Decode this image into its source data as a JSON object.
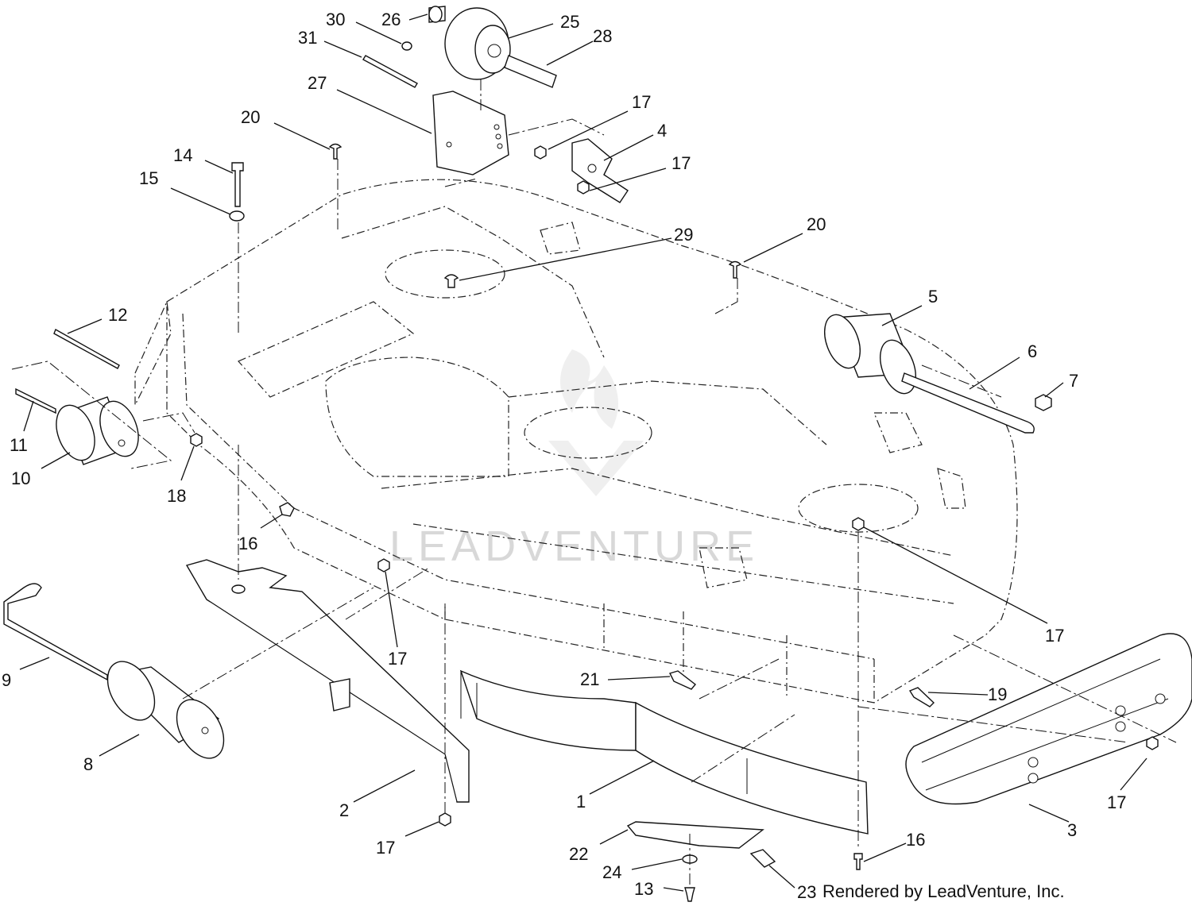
{
  "watermark": {
    "text": "LEADVENTURE"
  },
  "credit": {
    "text": "Rendered by LeadVenture, Inc."
  },
  "callouts": [
    {
      "label": "30"
    },
    {
      "label": "26"
    },
    {
      "label": "25"
    },
    {
      "label": "28"
    },
    {
      "label": "31"
    },
    {
      "label": "27"
    },
    {
      "label": "17"
    },
    {
      "label": "4"
    },
    {
      "label": "17"
    },
    {
      "label": "20"
    },
    {
      "label": "14"
    },
    {
      "label": "15"
    },
    {
      "label": "29"
    },
    {
      "label": "20"
    },
    {
      "label": "5"
    },
    {
      "label": "6"
    },
    {
      "label": "7"
    },
    {
      "label": "12"
    },
    {
      "label": "11"
    },
    {
      "label": "10"
    },
    {
      "label": "18"
    },
    {
      "label": "16"
    },
    {
      "label": "17"
    },
    {
      "label": "17"
    },
    {
      "label": "9"
    },
    {
      "label": "8"
    },
    {
      "label": "21"
    },
    {
      "label": "19"
    },
    {
      "label": "2"
    },
    {
      "label": "1"
    },
    {
      "label": "17"
    },
    {
      "label": "3"
    },
    {
      "label": "17"
    },
    {
      "label": "22"
    },
    {
      "label": "16"
    },
    {
      "label": "24"
    },
    {
      "label": "13"
    },
    {
      "label": "23"
    }
  ]
}
